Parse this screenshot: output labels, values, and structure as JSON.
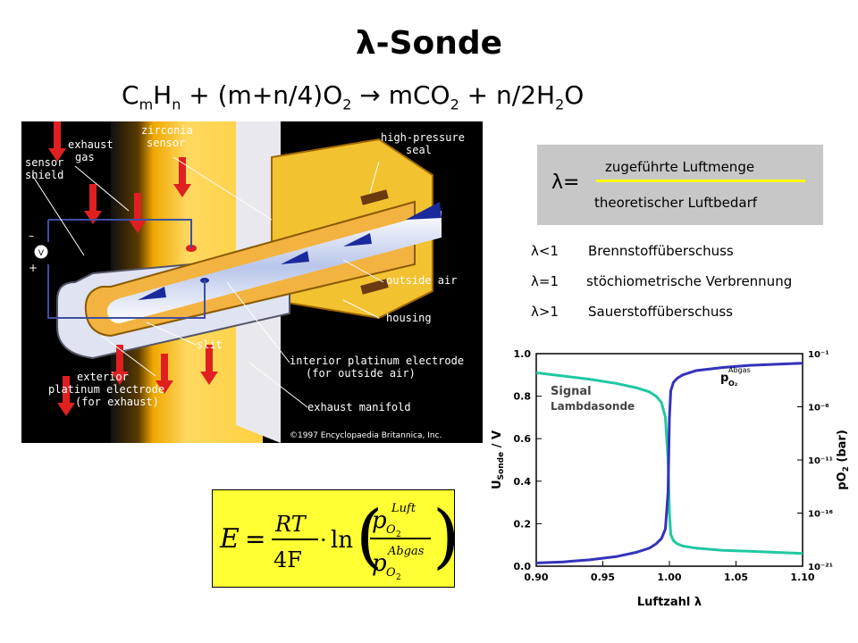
{
  "title": "λ-Sonde",
  "reaction": {
    "c": "C",
    "m": "m",
    "h": "H",
    "n": "n",
    "middle": " + (m+n/4)O",
    "two": "2",
    "arrow": " → mCO",
    "two_b": "2",
    "plus": " + n/2H",
    "two_c": "2",
    "o": "O"
  },
  "sensor": {
    "labels": {
      "exhaust_gas": [
        "exhaust",
        "gas"
      ],
      "zirconia": [
        "zirconia",
        "sensor"
      ],
      "high_pressure": [
        "high-pressure",
        "seal"
      ],
      "sensor_shield": [
        "sensor",
        "shield"
      ],
      "outside_air": "outside air",
      "housing": "housing",
      "slit": "slit",
      "interior": [
        "interior platinum electrode",
        "(for outside air)"
      ],
      "exterior": [
        "exterior",
        "platinum electrode",
        "(for exhaust)"
      ],
      "manifold": "exhaust manifold",
      "minus": "–",
      "plus": "+",
      "volt": "V",
      "copyright": "©1997 Encyclopaedia Britannica, Inc."
    }
  },
  "definition": {
    "lambda": "λ=",
    "numerator": "zugeführte Luftmenge",
    "denominator": "theoretischer Luftbedarf"
  },
  "cases": [
    {
      "symbol": "λ<1",
      "text": "Brennstoffüberschuss"
    },
    {
      "symbol": "λ=1",
      "text": "stöchiometrische Verbrennung"
    },
    {
      "symbol": "λ>1",
      "text": "Sauerstoffüberschuss"
    }
  ],
  "formula": {
    "E": "E",
    "eq": "=",
    "RT": "RT",
    "FourF": "4F",
    "dot": "·",
    "ln": "ln",
    "p": "p",
    "O": "O",
    "two": "2",
    "luft": "Luft",
    "abgas": "Abgas"
  },
  "chart_data": {
    "type": "line",
    "xlabel": "Luftzahl λ",
    "ylabel": "U",
    "ylabel_sub": "Sonde",
    "ylabel_unit": " / V",
    "y2label": "pO",
    "y2label_sub": "2",
    "y2label_unit": " (bar)",
    "xlim": [
      0.9,
      1.1
    ],
    "ylim": [
      0,
      1
    ],
    "x_ticks": [
      "0.90",
      "0.95",
      "1.00",
      "1.05",
      "1.10"
    ],
    "x_tick_values": [
      0.9,
      0.95,
      1.0,
      1.05,
      1.1
    ],
    "y_ticks": [
      "0.0",
      "0.2",
      "0.4",
      "0.6",
      "0.8",
      "1.0"
    ],
    "y_tick_values": [
      0,
      0.2,
      0.4,
      0.6,
      0.8,
      1.0
    ],
    "y2_ticks": [
      "10⁻²¹",
      "10⁻¹⁶",
      "10⁻¹¹",
      "10⁻⁶",
      "10⁻¹"
    ],
    "y2_exponents": [
      -21,
      -16,
      -11,
      -6,
      -1
    ],
    "y2lim_exp": [
      -21,
      -1
    ],
    "annotations": [
      {
        "text": "Signal",
        "line": "Lambdasonde"
      },
      {
        "text": "p",
        "sub": "O₂",
        "sup": "Abgas"
      }
    ],
    "series": [
      {
        "name": "Signal Lambdasonde",
        "color": "#20c8a0",
        "x": [
          0.9,
          0.92,
          0.94,
          0.96,
          0.975,
          0.985,
          0.99,
          0.994,
          0.997,
          0.999,
          1.0,
          1.001,
          1.003,
          1.006,
          1.01,
          1.02,
          1.04,
          1.06,
          1.08,
          1.1
        ],
        "y": [
          0.91,
          0.895,
          0.88,
          0.86,
          0.84,
          0.82,
          0.8,
          0.77,
          0.7,
          0.5,
          0.25,
          0.15,
          0.12,
          0.105,
          0.095,
          0.085,
          0.075,
          0.07,
          0.065,
          0.06
        ]
      },
      {
        "name": "p O₂ Abgas",
        "color": "#3333bb",
        "x": [
          0.9,
          0.92,
          0.94,
          0.96,
          0.975,
          0.985,
          0.99,
          0.994,
          0.997,
          0.999,
          1.0,
          1.001,
          1.003,
          1.006,
          1.01,
          1.02,
          1.04,
          1.06,
          1.08,
          1.1
        ],
        "y": [
          -20.7,
          -20.6,
          -20.4,
          -20.1,
          -19.7,
          -19.3,
          -18.9,
          -18.4,
          -17.5,
          -14,
          -7,
          -4.5,
          -3.7,
          -3.3,
          -3.0,
          -2.6,
          -2.3,
          -2.1,
          -2.0,
          -1.9
        ]
      }
    ]
  }
}
